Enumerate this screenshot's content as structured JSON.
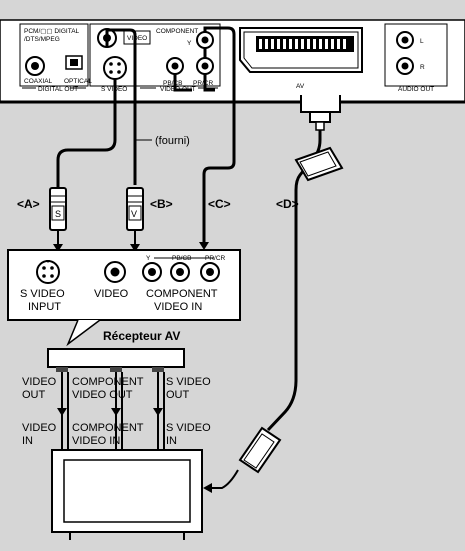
{
  "background_color": "#d6d6d6",
  "player_panel": {
    "digital_header_line1": "PCM/▢▢ DIGITAL",
    "digital_header_line2": "/DTS/MPEG",
    "coaxial": "COAXIAL",
    "optical": "OPTICAL",
    "digital_out": "DIGITAL OUT",
    "video": "VIDEO",
    "s_video": "S VIDEO",
    "component": "COMPONENT",
    "y": "Y",
    "pb_cb": "PB/CB",
    "pr_cr": "PR/CR",
    "video_out": "VIDEO OUT",
    "av": "AV",
    "audio_l": "L",
    "audio_r": "R",
    "audio_out": "AUDIO OUT"
  },
  "fourni": "(fourni)",
  "cables": {
    "a": "<A>",
    "b": "<B>",
    "c": "<C>",
    "d": "<D>",
    "s_plug": "S",
    "v_plug": "V"
  },
  "receiver": {
    "title": "Récepteur AV",
    "s_video_input_1": "S VIDEO",
    "s_video_input_2": "INPUT",
    "video": "VIDEO",
    "component_1": "COMPONENT",
    "component_2": "VIDEO IN",
    "y": "Y",
    "pb": "PB/CB",
    "pr": "PR/CR"
  },
  "connections": {
    "video_out_1": "VIDEO",
    "video_out_2": "OUT",
    "video_in_1": "VIDEO",
    "video_in_2": "IN",
    "component_out_1": "COMPONENT",
    "component_out_2": "VIDEO OUT",
    "component_in_1": "COMPONENT",
    "component_in_2": "VIDEO IN",
    "s_video_out_1": "S VIDEO",
    "s_video_out_2": "OUT",
    "s_video_in_1": "S VIDEO",
    "s_video_in_2": "IN"
  }
}
